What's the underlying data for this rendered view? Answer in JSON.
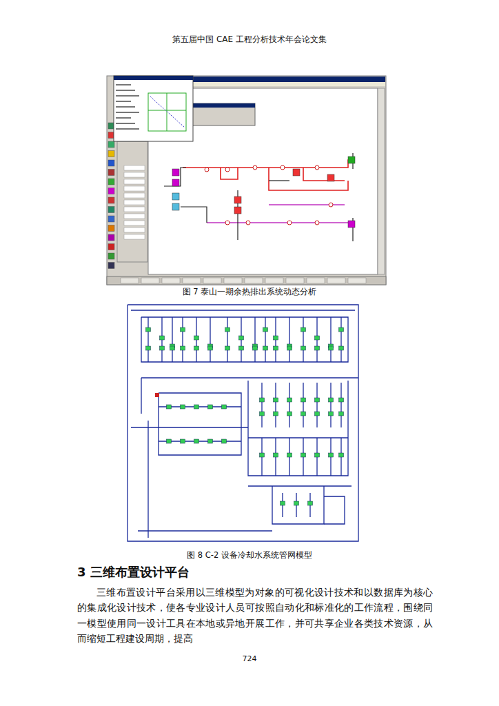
{
  "diagram": {
    "title": "3 三维布置设计平台",
    "labels": [
      "第五届中国 CAE 工程分析技术年会论文集",
      "图 7 泰山一期余热排出系统动态分析",
      "图 8 C-2 设备冷却水系统管网模型",
      "三维布置设计平台采用以三维模型为对象的可视化设计技术和以数据库为核心的集成化设计技术，使各专业设计人员可按照自动化和标准化的工作流程，围绕同一模型使用同一设计工具在本地或异地开展工作，并可共享企业各类技术资源，从而缩短工程建设周期，提高",
      "724"
    ]
  }
}
